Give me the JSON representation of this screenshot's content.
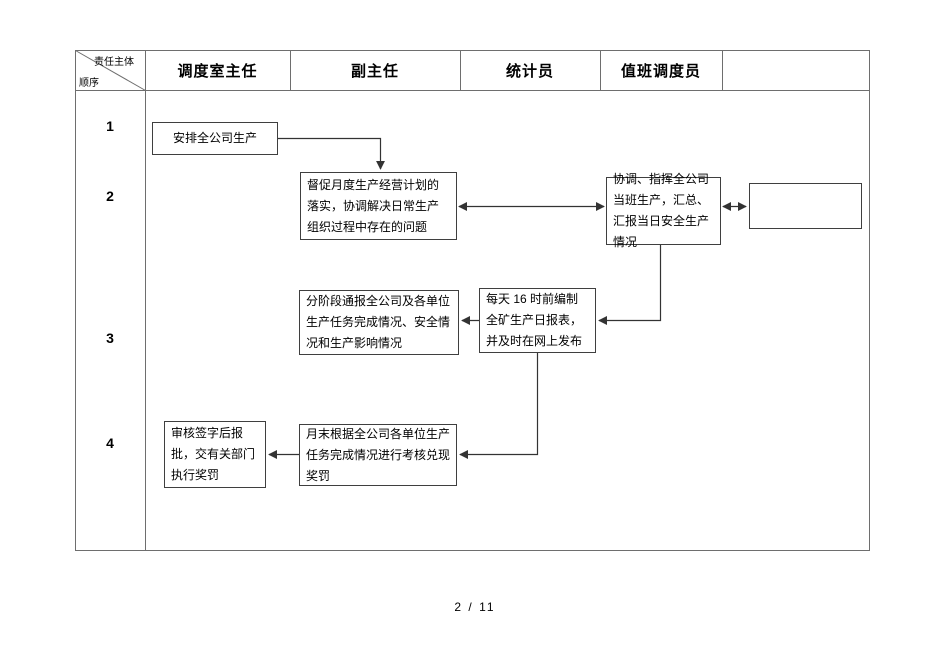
{
  "document": {
    "footer_page": "2 / 11"
  },
  "table": {
    "corner_top_label": "责任主体",
    "corner_bottom_label": "顺序",
    "columns": [
      {
        "label": "调度室主任"
      },
      {
        "label": "副主任"
      },
      {
        "label": "统计员"
      },
      {
        "label": "值班调度员"
      },
      {
        "label": ""
      }
    ],
    "row_numbers": [
      "1",
      "2",
      "3",
      "4"
    ]
  },
  "flowchart": {
    "nodes": [
      {
        "id": "arrange-production",
        "text": "安排全公司生产"
      },
      {
        "id": "supervise-monthly-plan",
        "text": "督促月度生产经营计划的落实，协调解决日常生产组织过程中存在的问题"
      },
      {
        "id": "coordinate-shift-production",
        "text": "协调、指挥全公司当班生产，汇总、汇报当日安全生产情况"
      },
      {
        "id": "unlabeled-box",
        "text": ""
      },
      {
        "id": "stage-report",
        "text": "分阶段通报全公司及各单位生产任务完成情况、安全情况和生产影响情况"
      },
      {
        "id": "daily-report",
        "text": "每天 16 时前编制全矿生产日报表，并及时在网上发布"
      },
      {
        "id": "review-sign-approve",
        "text": "审核签字后报批，交有关部门执行奖罚"
      },
      {
        "id": "monthly-assessment",
        "text": "月末根据全公司各单位生产任务完成情况进行考核兑现奖罚"
      }
    ]
  }
}
